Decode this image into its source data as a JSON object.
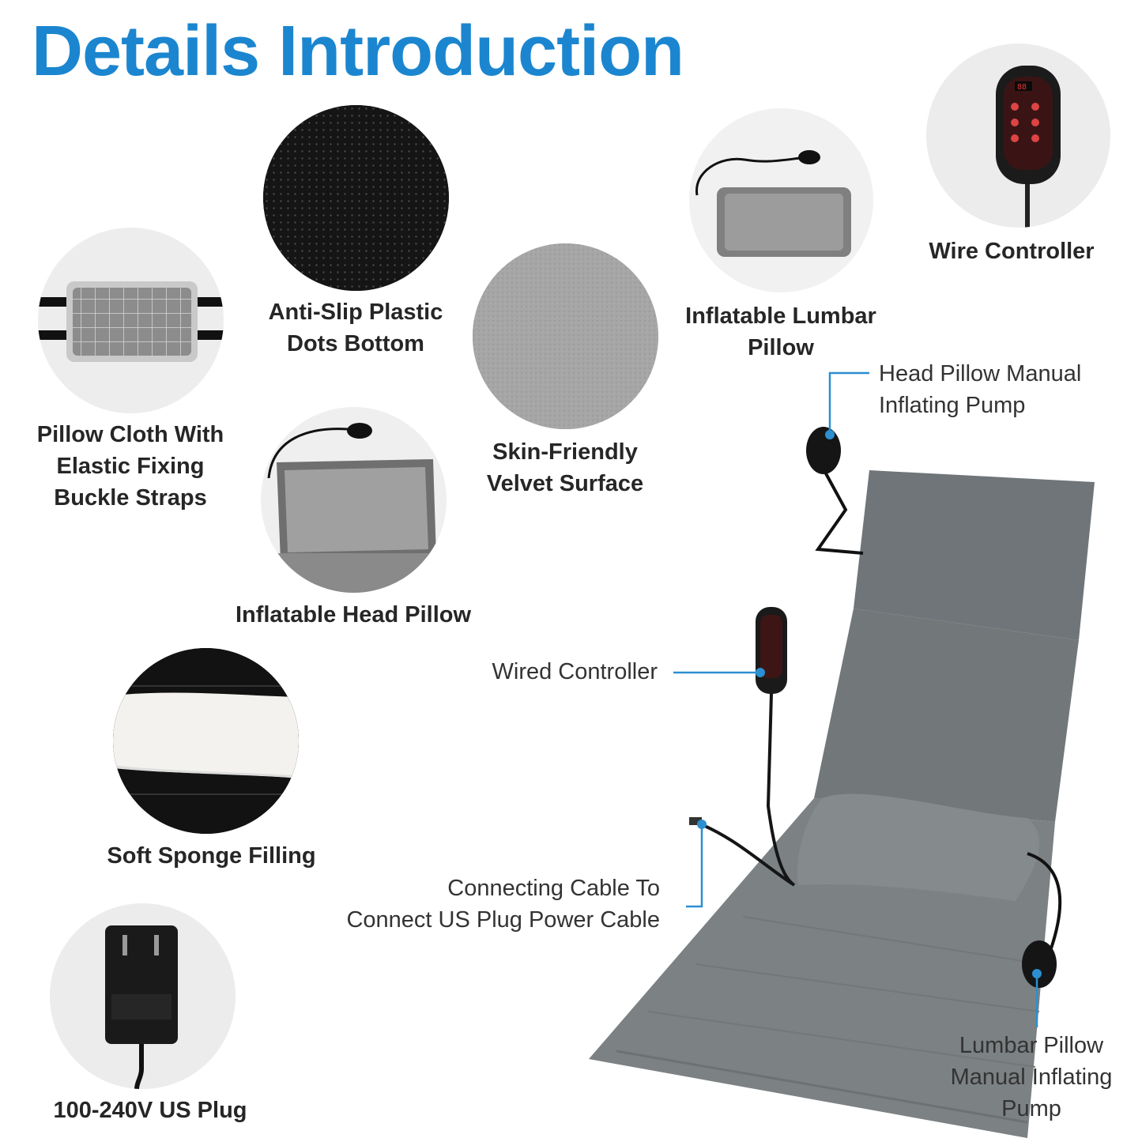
{
  "page": {
    "title": "Details Introduction",
    "title_color": "#1b86cf",
    "accent_color": "#2b8fd1"
  },
  "features": {
    "anti_slip": {
      "line1": "Anti-Slip Plastic",
      "line2": "Dots Bottom"
    },
    "lumbar_pillow": {
      "line1": "Inflatable Lumbar",
      "line2": "Pillow"
    },
    "wire_controller": {
      "line1": "Wire Controller"
    },
    "pillow_cloth": {
      "line1": "Pillow Cloth With",
      "line2": "Elastic Fixing",
      "line3": "Buckle Straps"
    },
    "velvet": {
      "line1": "Skin-Friendly",
      "line2": "Velvet Surface"
    },
    "head_pillow": {
      "line1": "Inflatable Head Pillow"
    },
    "sponge": {
      "line1": "Soft Sponge Filling"
    },
    "plug": {
      "line1": "100-240V US Plug"
    }
  },
  "callouts": {
    "head_pump": {
      "line1": "Head Pillow Manual",
      "line2": "Inflating Pump"
    },
    "wired_controller": {
      "line1": "Wired Controller"
    },
    "connecting_cable": {
      "line1": "Connecting Cable To",
      "line2": "Connect US Plug Power Cable"
    },
    "lumbar_pump": {
      "line1": "Lumbar Pillow",
      "line2": "Manual Inflating",
      "line3": "Pump"
    }
  },
  "controller": {
    "display": "88"
  }
}
